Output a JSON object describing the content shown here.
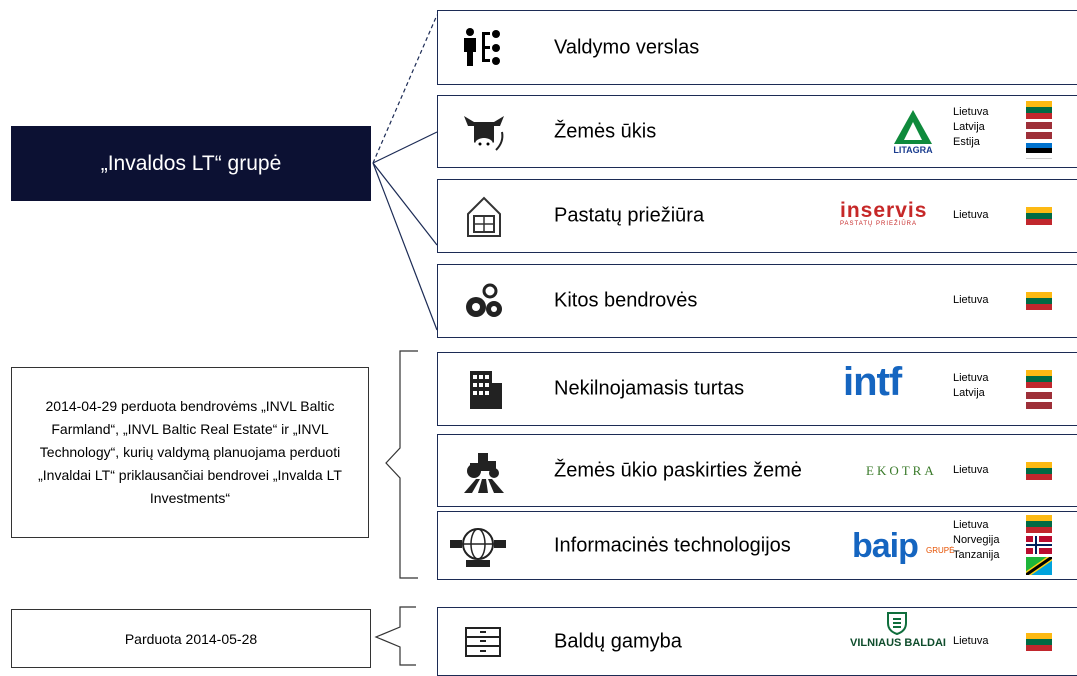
{
  "group": {
    "title": "„Invaldos LT“ grupė"
  },
  "rows": [
    {
      "label": "Valdymo verslas",
      "icon": "org-chart-person-icon",
      "logo": "",
      "countries": []
    },
    {
      "label": "Žemės ūkis",
      "icon": "cow-icon",
      "logo": "LITAGRA",
      "countries": [
        "Lietuva",
        "Latvija",
        "Estija"
      ]
    },
    {
      "label": "Pastatų priežiūra",
      "icon": "house-icon",
      "logo": "inservis",
      "logo_sub": "PASTATŲ PRIEŽIŪRA",
      "countries": [
        "Lietuva"
      ]
    },
    {
      "label": "Kitos bendrovės",
      "icon": "gears-icon",
      "logo": "",
      "countries": [
        "Lietuva"
      ]
    },
    {
      "label": "Nekilnojamasis turtas",
      "icon": "building-icon",
      "logo": "intf",
      "countries": [
        "Lietuva",
        "Latvija"
      ]
    },
    {
      "label": "Žemės ūkio paskirties žemė",
      "icon": "tractor-icon",
      "logo": "EKOTRA",
      "countries": [
        "Lietuva"
      ]
    },
    {
      "label": "Informacinės technologijos",
      "icon": "globe-binary-icon",
      "logo": "baip",
      "logo_sub": "GRUPĖ",
      "countries": [
        "Lietuva",
        "Norvegija",
        "Tanzanija"
      ]
    },
    {
      "label": "Baldų gamyba",
      "icon": "drawer-icon",
      "logo": "VILNIAUS BALDAI",
      "countries": [
        "Lietuva"
      ]
    }
  ],
  "notes": {
    "transfer": "2014-04-29 perduota bendrovėms „INVL Baltic Farmland“, „INVL Baltic Real Estate“ ir „INVL Technology“, kurių valdymą planuojama perduoti „Invaldai LT“ priklausančiai bendrovei „Invalda LT Investments“",
    "sold": "Parduota 2014-05-28"
  },
  "colors": {
    "navy": "#0c1133",
    "border": "#1c2b55",
    "lt_yellow": "#fdb913",
    "lt_green": "#006a44",
    "lt_red": "#c1272d",
    "lv_red": "#9e3039",
    "ee_blue": "#0072ce"
  }
}
